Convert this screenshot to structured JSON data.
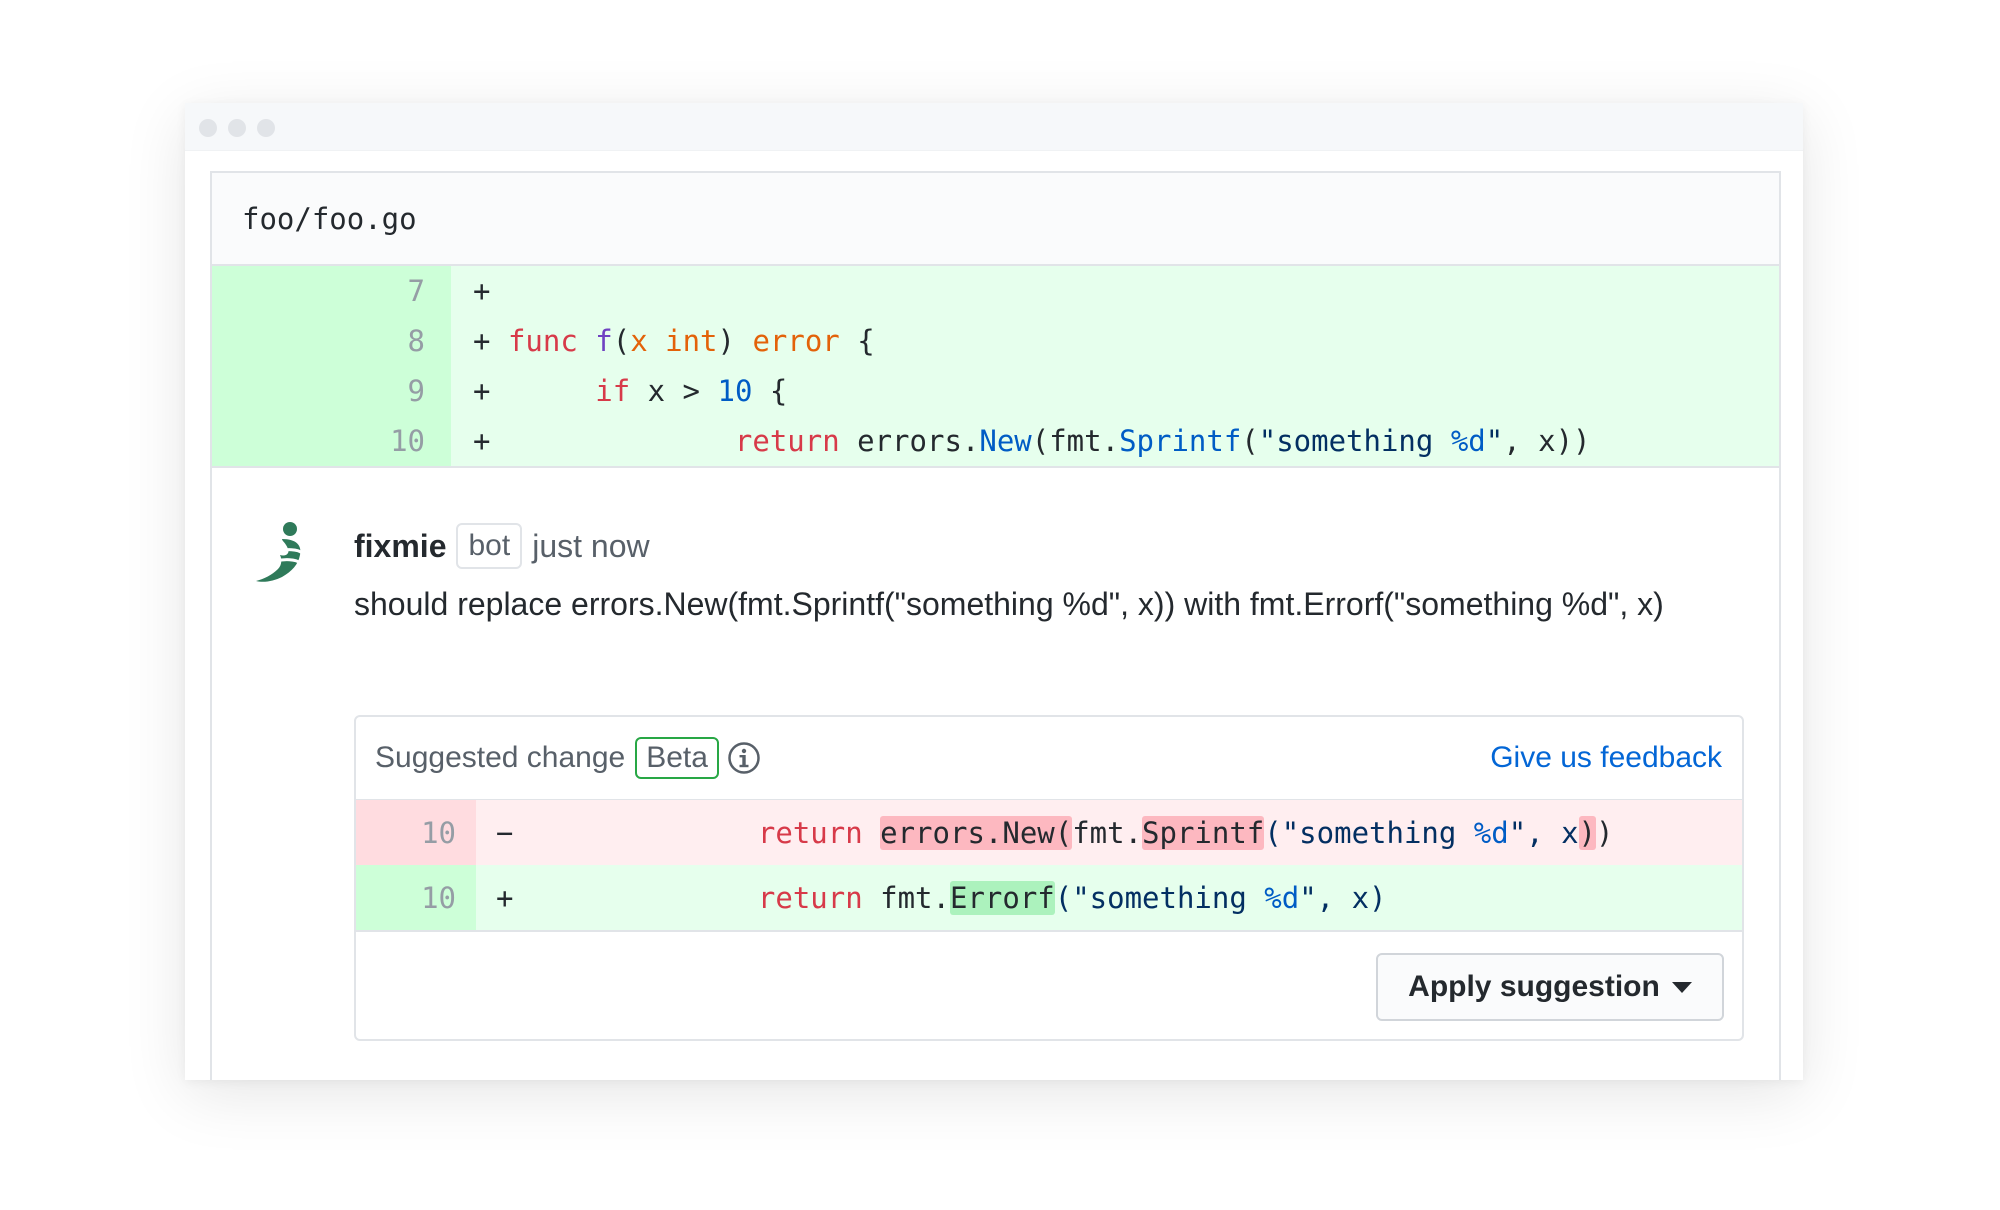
{
  "file": {
    "path": "foo/foo.go"
  },
  "diff": {
    "lines": [
      {
        "num": "7",
        "sign": "+"
      },
      {
        "num": "8",
        "sign": "+"
      },
      {
        "num": "9",
        "sign": "+"
      },
      {
        "num": "10",
        "sign": "+"
      }
    ],
    "code": {
      "l8": {
        "func": "func",
        "name": "f",
        "param": "x",
        "type": "int",
        "ret": "error",
        "brace": "{"
      },
      "l9": {
        "kw": "if",
        "cond": "x >",
        "num": "10",
        "brace": "{"
      },
      "l10": {
        "kw": "return",
        "obj": "errors.",
        "fn": "New",
        "pkg": "(fmt.",
        "fn2": "Sprintf",
        "open": "(",
        "str1": "\"something ",
        "fmt": "%d",
        "str2": "\"",
        "tail": ", x))"
      }
    }
  },
  "comment": {
    "author": "fixmie",
    "badge": "bot",
    "time": "just now",
    "body": "should replace errors.New(fmt.Sprintf(\"something %d\", x)) with fmt.Errorf(\"something %d\", x)"
  },
  "suggestion": {
    "title": "Suggested change",
    "badge": "Beta",
    "feedback_link": "Give us feedback",
    "deleted": {
      "num": "10",
      "sign": "−",
      "kw": "return",
      "hl1": "errors.New(",
      "mid1": "fmt.",
      "hl2": "Sprintf",
      "str1": "(\"something ",
      "fmt": "%d",
      "str2": "\", x",
      "hl3": ")",
      "tail": ")"
    },
    "added": {
      "num": "10",
      "sign": "+",
      "kw": "return",
      "pre": "fmt.",
      "hl": "Errorf",
      "str1": "(\"something ",
      "fmt": "%d",
      "tail": "\", x)"
    },
    "apply_label": "Apply suggestion"
  },
  "colors": {
    "add_bg": "#e6ffed",
    "del_bg": "#ffeef0",
    "link": "#0366d6",
    "beta_border": "#28a745",
    "avatar": "#2f7a5a"
  }
}
